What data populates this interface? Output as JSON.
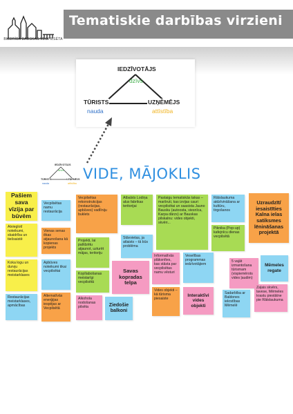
{
  "header": {
    "title": "Tematiskie darbības virzieni",
    "logo_text": "BIEDRĪBA BAUSKAS VECPILSĒTA"
  },
  "triangle": {
    "top": "IEDZĪVOTĀJS",
    "top_sub": "dzīvs",
    "left": "TŪRISTS",
    "left_sub": "nauda",
    "right": "UZŅĒMĒJS",
    "right_sub": "attīstība",
    "colors": {
      "dzivs": "#3fae49",
      "nauda": "#2e6fc7",
      "attistiba": "#f0b21e"
    }
  },
  "section": {
    "title": "VIDE, MĀJOKLIS",
    "mini": {
      "top": "IEDZĪVOTĀJS",
      "top_sub": "dzīvs",
      "left": "TŪRISTS",
      "left_sub": "nauda",
      "right": "UZŅĒMĒJS",
      "right_sub": "attīstība"
    }
  },
  "notes": [
    "Pašiem sava vīzija par būvēm",
    "Vecpilsētas namu restaurācija",
    "Vecpilsētas rekonstrukcijas (restaurācijas, apbūves) vadlīniju buklets",
    "Atbalsts Lodiņa alus fabrikas teritorijai",
    "Pastaigu tematiskās takas – maršruti, kas izvijas cauri vecpilsētai un saasista Jauno Bausku (autoosta, viesnīca, Karpa dārzs) ar Bauskas pilskalnu: vides objekti, skvēri...",
    "Rātslaukuma atdzīvināšana ar kultūru, tirgošanos",
    "Uzraudzīt/ iesaistīties Kalna ielas satiksmes lēnināšanas projektā",
    "Atvieglotī noteikumi, skaidrība un tiešsaistē",
    "Vienas senas ēkas atjaunošana kā kopienas projekts",
    "Projekti, lai palīdzētu atjaunot, uzturēt mājas, teritoriju",
    "Stāvvietas, ja atlaists – tā būs problēma",
    "Piknika (Pop-up) kafejnīcu dienas vecpilsētā",
    "Koka logu un durvju restaurācijas meistarklases",
    "Apbūves noteikumi tikai vecpilsētai",
    "Kopīlabošanas meistarīgi vecpilsētā",
    "Savas kopradas telpa",
    "Informatīvās plāksnītes, kas stāsta par vecpilsētas namu vēsturi",
    "Veselības programmas iedzīvotājiem",
    "5 vajāt izmantošana tūrismam (vispiemērots vides ļaudim)",
    "Mēmeles regate",
    "Restaurācijas meistarklases, apmācības",
    "Alternatīvās enerģijas iespējas ar Vecpilsētā",
    "Alkohola nodošanas pilsēta",
    "Ziedošie balkoni",
    "Vides objekti – kā tūrisma piesaiste",
    "Interaktīvi vides objekti",
    "Sadarbība ar Baldones iekrstības Mēmelē",
    "Zaļais skvērs, lavese, Mēmeles krastu piestātne pie Rātslaukuma"
  ]
}
